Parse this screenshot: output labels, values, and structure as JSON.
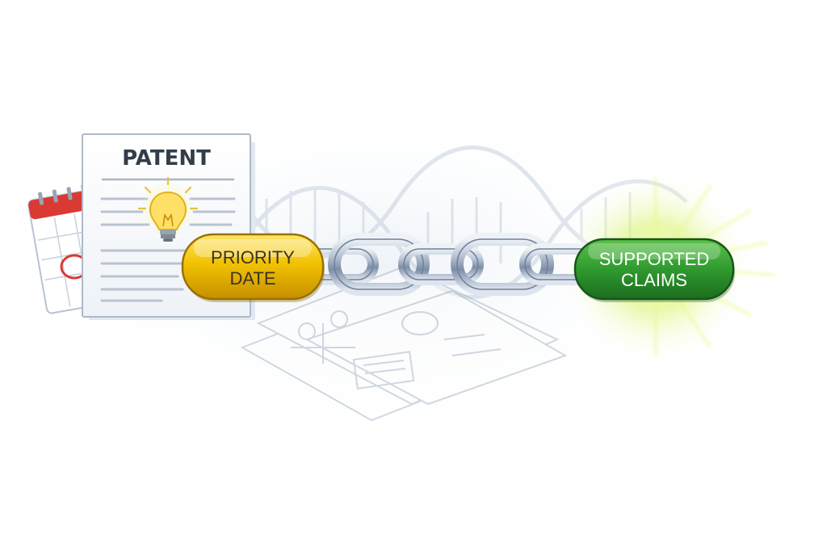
{
  "document": {
    "title": "PATENT",
    "icon": "lightbulb-icon"
  },
  "calendar": {
    "icon": "calendar-icon"
  },
  "nodes": {
    "priority": {
      "line1": "PRIORITY",
      "line2": "DATE",
      "color": "#f2c200"
    },
    "supported": {
      "line1": "SUPPORTED",
      "line2": "CLAIMS",
      "color": "#2f9a2f"
    }
  },
  "chain": {
    "links": 4,
    "icon": "chain-link-icon"
  },
  "background": {
    "helix": "dna-helix-icon",
    "papers": "technical-drawings-icon"
  },
  "colors": {
    "gold": "#f2c200",
    "green": "#2f9a2f",
    "glow": "#d8f36a",
    "steel": "#8f9fb6",
    "calendar_red": "#d93a33"
  }
}
